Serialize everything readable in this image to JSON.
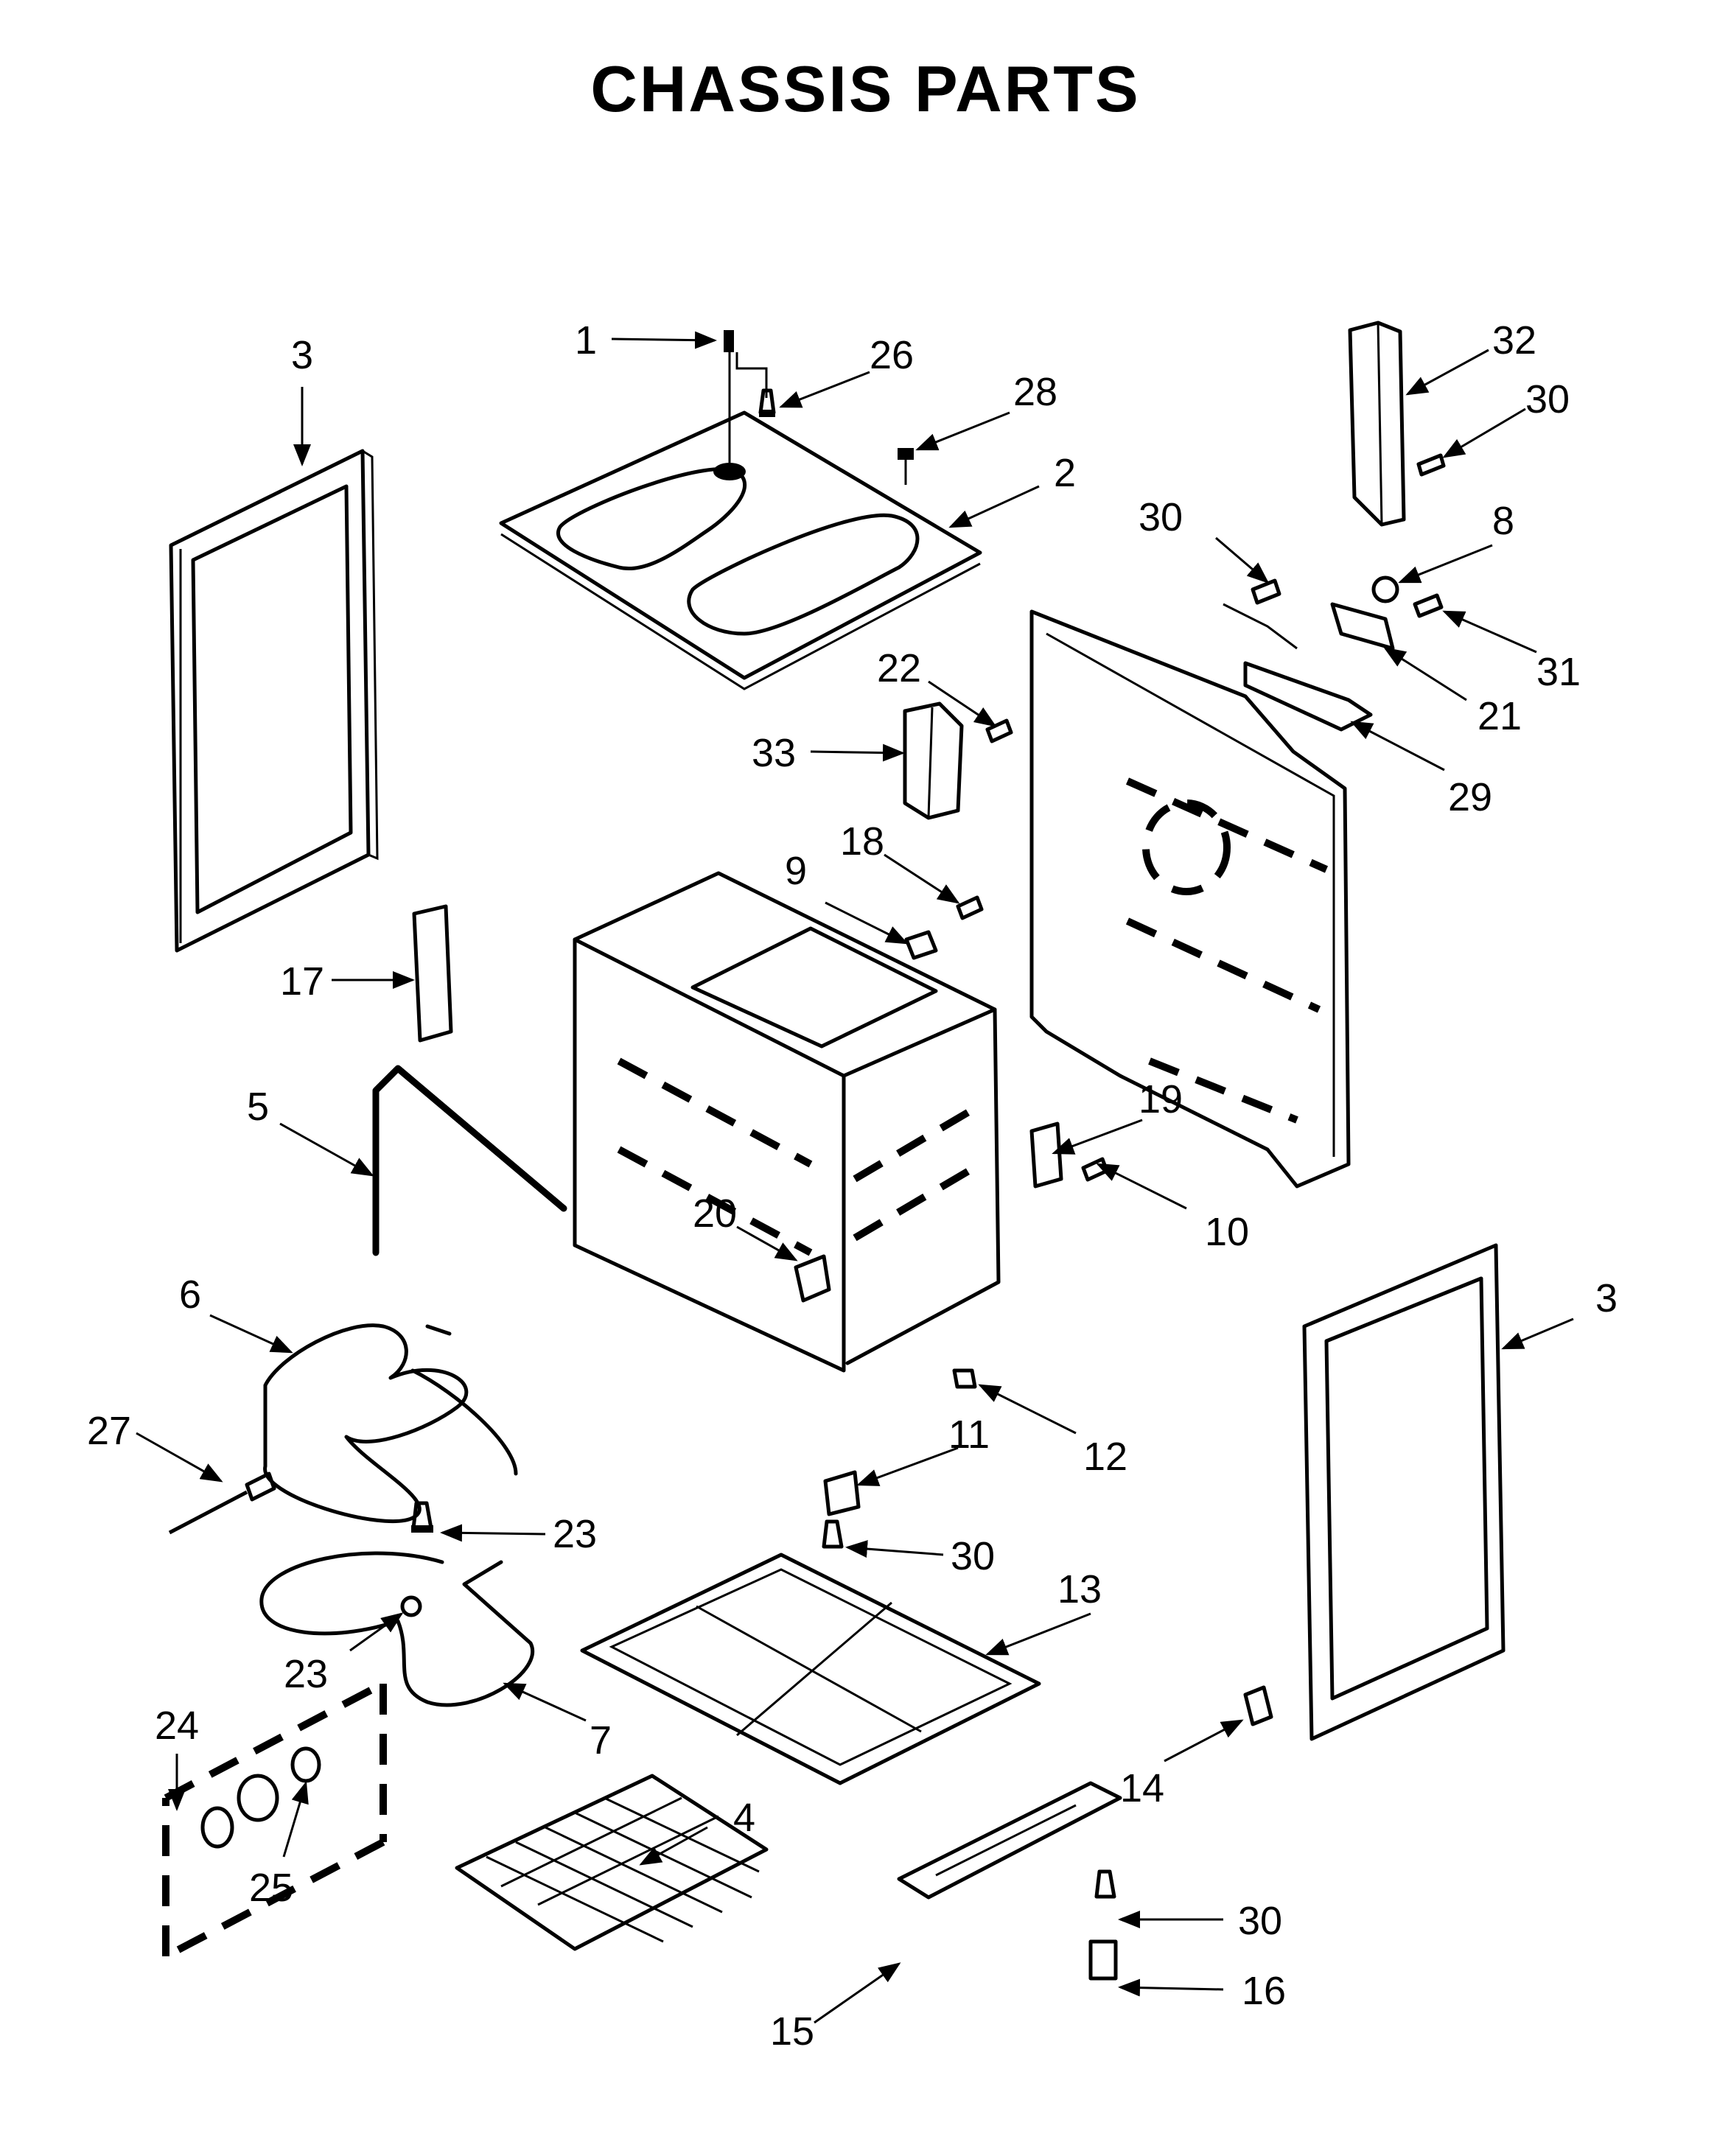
{
  "title": "CHASSIS PARTS",
  "callouts": [
    {
      "id": "c1",
      "label": "1"
    },
    {
      "id": "c26",
      "label": "26"
    },
    {
      "id": "c28",
      "label": "28"
    },
    {
      "id": "c2",
      "label": "2"
    },
    {
      "id": "c3a",
      "label": "3"
    },
    {
      "id": "c32",
      "label": "32"
    },
    {
      "id": "c30a",
      "label": "30"
    },
    {
      "id": "c30b",
      "label": "30"
    },
    {
      "id": "c8",
      "label": "8"
    },
    {
      "id": "c31",
      "label": "31"
    },
    {
      "id": "c21",
      "label": "21"
    },
    {
      "id": "c29",
      "label": "29"
    },
    {
      "id": "c22",
      "label": "22"
    },
    {
      "id": "c33",
      "label": "33"
    },
    {
      "id": "c18",
      "label": "18"
    },
    {
      "id": "c9",
      "label": "9"
    },
    {
      "id": "c17",
      "label": "17"
    },
    {
      "id": "c5",
      "label": "5"
    },
    {
      "id": "c19",
      "label": "19"
    },
    {
      "id": "c10",
      "label": "10"
    },
    {
      "id": "c20",
      "label": "20"
    },
    {
      "id": "c6",
      "label": "6"
    },
    {
      "id": "c3b",
      "label": "3"
    },
    {
      "id": "c27",
      "label": "27"
    },
    {
      "id": "c11",
      "label": "11"
    },
    {
      "id": "c12",
      "label": "12"
    },
    {
      "id": "c23a",
      "label": "23"
    },
    {
      "id": "c30c",
      "label": "30"
    },
    {
      "id": "c13",
      "label": "13"
    },
    {
      "id": "c23b",
      "label": "23"
    },
    {
      "id": "c7",
      "label": "7"
    },
    {
      "id": "c24",
      "label": "24"
    },
    {
      "id": "c14",
      "label": "14"
    },
    {
      "id": "c4",
      "label": "4"
    },
    {
      "id": "c25",
      "label": "25"
    },
    {
      "id": "c30d",
      "label": "30"
    },
    {
      "id": "c16",
      "label": "16"
    },
    {
      "id": "c15",
      "label": "15"
    }
  ]
}
